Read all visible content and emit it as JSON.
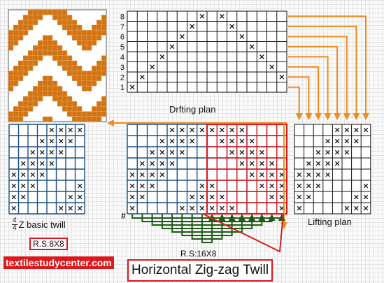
{
  "title": "Horizontal Zig-zag Twill",
  "watermark": "textilestudycenter.com",
  "drafting_plan": {
    "label": "Drfting plan",
    "row_numbers": [
      "1",
      "2",
      "3",
      "4",
      "5",
      "6",
      "7",
      "8"
    ],
    "grid_text": [
      "x...............",
      ".x.............x",
      "..x...........x.",
      "...x.........x..",
      "....x.......x...",
      ".....x.....x....",
      "......x...x.....",
      ".......x.x......"
    ]
  },
  "basic_twill": {
    "label_numerator": "4",
    "label_denominator": "4",
    "label_text": "Z basic twill",
    "repeat": "R.S:8X8",
    "grid_text": [
      "....xxxx",
      "...xxxx.",
      "..xxxx..",
      ".xxxx...",
      "xxxx....",
      "xxx....x",
      "xx....xx",
      "x....xxx"
    ]
  },
  "design": {
    "repeat": "R.S:16X8",
    "hash": "#",
    "grid_text": [
      "....xxxxxxxx....",
      "...xxxx..xxxx...",
      "..xxxx....xxxx..",
      ".xxxx......xxxx.",
      "xxxx........xxxx",
      "xxx....xx....xxx",
      "xx....xxxx....xx",
      "x....xxxxxx....x"
    ]
  },
  "lifting_plan": {
    "label": "Lifting plan",
    "grid_text": [
      "....xxxx",
      "...xxxx.",
      "..xxxx..",
      ".xxxx...",
      "xxxx....",
      "xxx....x",
      "xx....xx",
      "x....xxx"
    ]
  },
  "colors": {
    "orange": "#f08c1e",
    "blue": "#1f4f86",
    "red": "#d71f1f",
    "green": "#1f5a16",
    "fabric_warp": "#d47411",
    "label_red": "#e0161a"
  }
}
